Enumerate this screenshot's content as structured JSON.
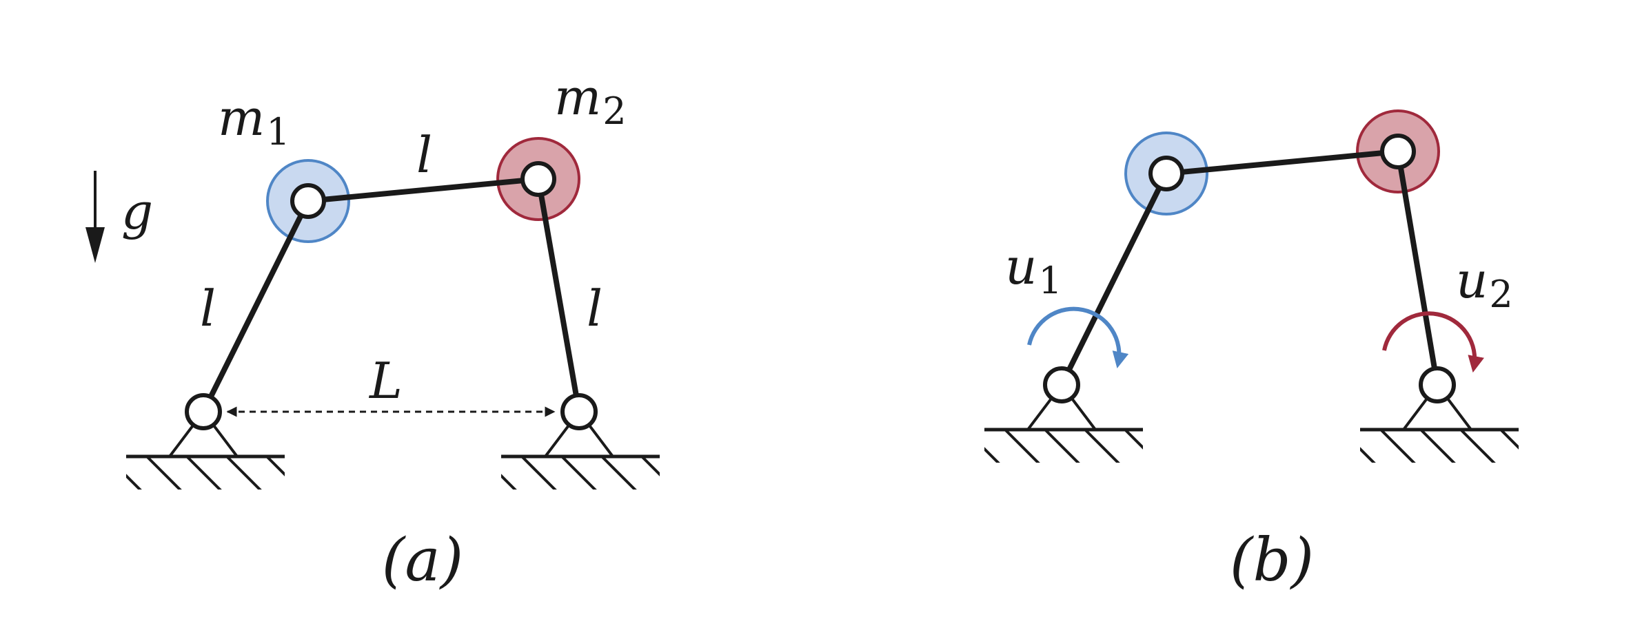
{
  "colors": {
    "ink": "#1a1a1a",
    "mass1_fill": "#c9d9f0",
    "mass1_stroke": "#4f86c6",
    "mass2_fill": "#d9a3aa",
    "mass2_stroke": "#a0293c",
    "u1_arrow": "#4f86c6",
    "u2_arrow": "#a0293c"
  },
  "panel_a": {
    "caption": "(a)",
    "gravity": {
      "symbol": "g",
      "icon": "arrow-down-icon"
    },
    "mass1": {
      "symbol": "m",
      "subscript": "1"
    },
    "mass2": {
      "symbol": "m",
      "subscript": "2"
    },
    "link_top_label": "l",
    "link_left_label": "l",
    "link_right_label": "l",
    "base_distance_label": "L"
  },
  "panel_b": {
    "caption": "(b)",
    "input1": {
      "symbol": "u",
      "subscript": "1"
    },
    "input2": {
      "symbol": "u",
      "subscript": "2"
    }
  }
}
